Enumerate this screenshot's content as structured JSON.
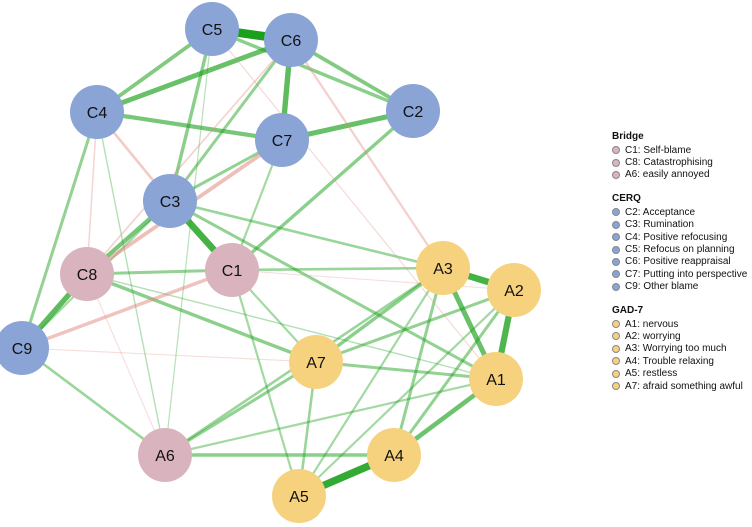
{
  "colors": {
    "bridge": "#d9b4be",
    "cerq": "#8aa4d6",
    "gad": "#f7d27e",
    "positive_edge": "#1aa01a",
    "negative_edge": "#e08a80"
  },
  "legend": [
    {
      "title": "Bridge",
      "color_key": "bridge",
      "items": [
        "C1: Self-blame",
        "C8: Catastrophising",
        "A6: easily annoyed"
      ]
    },
    {
      "title": "CERQ",
      "color_key": "cerq",
      "items": [
        "C2: Acceptance",
        "C3: Rumination",
        "C4: Positive refocusing",
        "C5: Refocus on planning",
        "C6: Positive reappraisal",
        "C7: Putting into perspective",
        "C9: Other blame"
      ]
    },
    {
      "title": "GAD-7",
      "color_key": "gad",
      "items": [
        "A1: nervous",
        "A2: worrying",
        "A3: Worrying too much",
        "A4: Trouble relaxing",
        "A5: restless",
        "A7:  afraid something awful"
      ]
    }
  ],
  "nodes": [
    {
      "id": "C5",
      "group": "cerq"
    },
    {
      "id": "C6",
      "group": "cerq"
    },
    {
      "id": "C4",
      "group": "cerq"
    },
    {
      "id": "C7",
      "group": "cerq"
    },
    {
      "id": "C2",
      "group": "cerq"
    },
    {
      "id": "C3",
      "group": "cerq"
    },
    {
      "id": "C8",
      "group": "bridge"
    },
    {
      "id": "C1",
      "group": "bridge"
    },
    {
      "id": "C9",
      "group": "cerq"
    },
    {
      "id": "A3",
      "group": "gad"
    },
    {
      "id": "A2",
      "group": "gad"
    },
    {
      "id": "A7",
      "group": "gad"
    },
    {
      "id": "A1",
      "group": "gad"
    },
    {
      "id": "A6",
      "group": "bridge"
    },
    {
      "id": "A4",
      "group": "gad"
    },
    {
      "id": "A5",
      "group": "gad"
    }
  ],
  "edges": [
    {
      "from": "C5",
      "to": "C6",
      "sign": "positive",
      "weight": 1.0
    },
    {
      "from": "C6",
      "to": "C4",
      "sign": "positive",
      "weight": 0.55
    },
    {
      "from": "C6",
      "to": "C7",
      "sign": "positive",
      "weight": 0.6
    },
    {
      "from": "C6",
      "to": "C2",
      "sign": "positive",
      "weight": 0.4
    },
    {
      "from": "C5",
      "to": "C4",
      "sign": "positive",
      "weight": 0.4
    },
    {
      "from": "C5",
      "to": "C3",
      "sign": "positive",
      "weight": 0.35
    },
    {
      "from": "C5",
      "to": "C2",
      "sign": "positive",
      "weight": 0.35
    },
    {
      "from": "C6",
      "to": "C3",
      "sign": "positive",
      "weight": 0.3
    },
    {
      "from": "C4",
      "to": "C7",
      "sign": "positive",
      "weight": 0.45
    },
    {
      "from": "C7",
      "to": "C2",
      "sign": "positive",
      "weight": 0.55
    },
    {
      "from": "C7",
      "to": "C3",
      "sign": "positive",
      "weight": 0.3
    },
    {
      "from": "C3",
      "to": "C1",
      "sign": "positive",
      "weight": 0.75
    },
    {
      "from": "C3",
      "to": "C8",
      "sign": "positive",
      "weight": 0.45
    },
    {
      "from": "C3",
      "to": "C9",
      "sign": "positive",
      "weight": 0.2
    },
    {
      "from": "C8",
      "to": "C9",
      "sign": "positive",
      "weight": 0.6
    },
    {
      "from": "C8",
      "to": "C1",
      "sign": "positive",
      "weight": 0.3
    },
    {
      "from": "C4",
      "to": "C9",
      "sign": "positive",
      "weight": 0.3
    },
    {
      "from": "C2",
      "to": "C1",
      "sign": "positive",
      "weight": 0.35
    },
    {
      "from": "C7",
      "to": "C1",
      "sign": "positive",
      "weight": 0.2
    },
    {
      "from": "C8",
      "to": "A7",
      "sign": "positive",
      "weight": 0.35
    },
    {
      "from": "C1",
      "to": "A3",
      "sign": "positive",
      "weight": 0.25
    },
    {
      "from": "C1",
      "to": "A7",
      "sign": "positive",
      "weight": 0.2
    },
    {
      "from": "C3",
      "to": "A3",
      "sign": "positive",
      "weight": 0.25
    },
    {
      "from": "C3",
      "to": "A1",
      "sign": "positive",
      "weight": 0.3
    },
    {
      "from": "A3",
      "to": "A2",
      "sign": "positive",
      "weight": 0.75
    },
    {
      "from": "A3",
      "to": "A1",
      "sign": "positive",
      "weight": 0.55
    },
    {
      "from": "A2",
      "to": "A1",
      "sign": "positive",
      "weight": 0.7
    },
    {
      "from": "A3",
      "to": "A7",
      "sign": "positive",
      "weight": 0.35
    },
    {
      "from": "A2",
      "to": "A7",
      "sign": "positive",
      "weight": 0.3
    },
    {
      "from": "A7",
      "to": "A1",
      "sign": "positive",
      "weight": 0.3
    },
    {
      "from": "A3",
      "to": "A4",
      "sign": "positive",
      "weight": 0.3
    },
    {
      "from": "A2",
      "to": "A4",
      "sign": "positive",
      "weight": 0.3
    },
    {
      "from": "A1",
      "to": "A4",
      "sign": "positive",
      "weight": 0.5
    },
    {
      "from": "A4",
      "to": "A5",
      "sign": "positive",
      "weight": 0.85
    },
    {
      "from": "A6",
      "to": "A4",
      "sign": "positive",
      "weight": 0.35
    },
    {
      "from": "A6",
      "to": "A7",
      "sign": "positive",
      "weight": 0.3
    },
    {
      "from": "A6",
      "to": "A3",
      "sign": "positive",
      "weight": 0.25
    },
    {
      "from": "A6",
      "to": "A1",
      "sign": "positive",
      "weight": 0.2
    },
    {
      "from": "C9",
      "to": "A6",
      "sign": "positive",
      "weight": 0.25
    },
    {
      "from": "C1",
      "to": "A5",
      "sign": "positive",
      "weight": 0.2
    },
    {
      "from": "A7",
      "to": "A5",
      "sign": "positive",
      "weight": 0.25
    },
    {
      "from": "A5",
      "to": "A3",
      "sign": "positive",
      "weight": 0.2
    },
    {
      "from": "A5",
      "to": "A2",
      "sign": "positive",
      "weight": 0.2
    },
    {
      "from": "C4",
      "to": "A6",
      "sign": "positive",
      "weight": 0.1
    },
    {
      "from": "C8",
      "to": "A1",
      "sign": "positive",
      "weight": 0.1
    },
    {
      "from": "C5",
      "to": "A6",
      "sign": "positive",
      "weight": 0.08
    },
    {
      "from": "C7",
      "to": "C8",
      "sign": "negative",
      "weight": 0.4
    },
    {
      "from": "C9",
      "to": "C1",
      "sign": "negative",
      "weight": 0.35
    },
    {
      "from": "C4",
      "to": "C3",
      "sign": "negative",
      "weight": 0.25
    },
    {
      "from": "C6",
      "to": "C8",
      "sign": "negative",
      "weight": 0.15
    },
    {
      "from": "C6",
      "to": "A3",
      "sign": "negative",
      "weight": 0.2
    },
    {
      "from": "C5",
      "to": "A1",
      "sign": "negative",
      "weight": 0.08
    },
    {
      "from": "C4",
      "to": "C8",
      "sign": "negative",
      "weight": 0.12
    },
    {
      "from": "C9",
      "to": "A7",
      "sign": "negative",
      "weight": 0.06
    },
    {
      "from": "C8",
      "to": "A6",
      "sign": "negative",
      "weight": 0.06
    },
    {
      "from": "C1",
      "to": "A2",
      "sign": "negative",
      "weight": 0.06
    }
  ]
}
